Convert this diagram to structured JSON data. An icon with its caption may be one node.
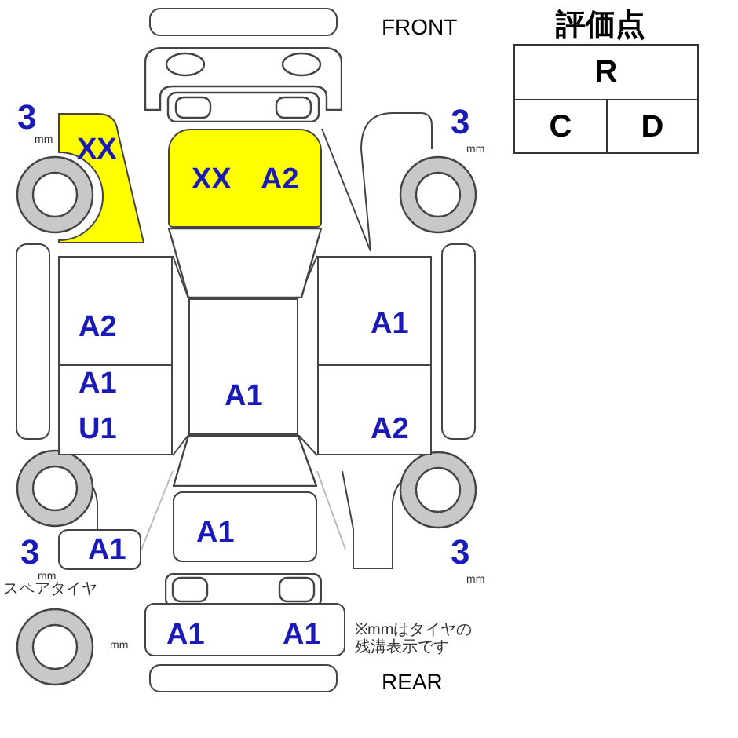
{
  "diagram": {
    "nodes": [
      {
        "text": [],
        "shape": "box"
      },
      {
        "text": [],
        "shape": "box"
      },
      {
        "text": [
          "XX"
        ]
      },
      {
        "text": [
          "XX",
          "A2"
        ]
      },
      {
        "text": [],
        "shape": "box"
      },
      {
        "text": [],
        "shape": "box"
      },
      {
        "text": [
          "A2"
        ]
      },
      {
        "text": [
          "A1"
        ]
      },
      {
        "text": [
          "A1"
        ]
      },
      {
        "text": [],
        "shape": "box"
      },
      {
        "text": [
          "A1",
          "U1"
        ]
      },
      {
        "text": [
          "A2"
        ]
      },
      {
        "text": [],
        "shape": "box"
      },
      {
        "text": [
          "A1"
        ]
      },
      {
        "text": [
          "A1"
        ]
      },
      {
        "text": [],
        "shape": "box"
      },
      {
        "text": [
          "A1",
          "A1"
        ]
      },
      {
        "text": [],
        "shape": "box"
      }
    ],
    "labels": [
      "FRONT",
      "評価点",
      "R",
      "C",
      "D",
      "3",
      "mm",
      "3",
      "mm",
      "3",
      "mm",
      "3",
      "mm",
      "スペアタイヤ",
      "mm",
      "※mmはタイヤの残溝表示です",
      "REAR"
    ]
  }
}
